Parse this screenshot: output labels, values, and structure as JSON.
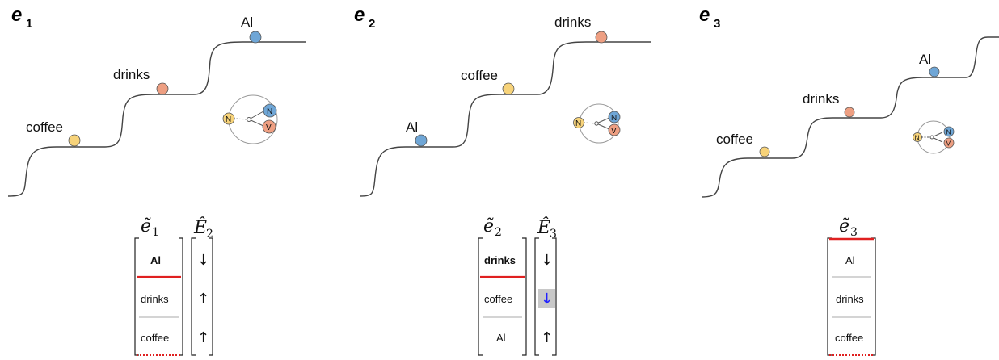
{
  "colors": {
    "coffee": "#f7d37a",
    "drinks": "#ee9f82",
    "AI": "#6fa6d6",
    "red_line": "#e02020",
    "highlight": "#c8c8c8",
    "blue_arrow": "#2020ff"
  },
  "panels": [
    {
      "title": "e",
      "title_sub": "1",
      "words": {
        "low": "coffee",
        "mid": "drinks",
        "high": "Al"
      },
      "nodes": [
        "N",
        "N",
        "V"
      ],
      "table": {
        "head": "ẽ",
        "head_sub": "1",
        "rows": [
          "Al",
          "drinks",
          "coffee"
        ],
        "bold_row": 0,
        "arrows_head": "Ê",
        "arrows_head_sub": "2",
        "arrows": [
          "↓",
          "↑",
          "↑"
        ],
        "highlight_arrow": -1
      }
    },
    {
      "title": "e",
      "title_sub": "2",
      "words": {
        "low": "Al",
        "mid": "coffee",
        "high": "drinks"
      },
      "nodes": [
        "N",
        "N",
        "V"
      ],
      "table": {
        "head": "ẽ",
        "head_sub": "2",
        "rows": [
          "drinks",
          "coffee",
          "Al"
        ],
        "bold_row": 0,
        "arrows_head": "Ê",
        "arrows_head_sub": "3",
        "arrows": [
          "↓",
          "↓",
          "↑"
        ],
        "highlight_arrow": 1
      }
    },
    {
      "title": "e",
      "title_sub": "3",
      "words": {
        "low": "coffee",
        "mid": "drinks",
        "high": "Al"
      },
      "nodes": [
        "N",
        "N",
        "V"
      ],
      "table": {
        "head": "ẽ",
        "head_sub": "3",
        "rows": [
          "Al",
          "drinks",
          "coffee"
        ],
        "bold_row": -1
      }
    }
  ]
}
